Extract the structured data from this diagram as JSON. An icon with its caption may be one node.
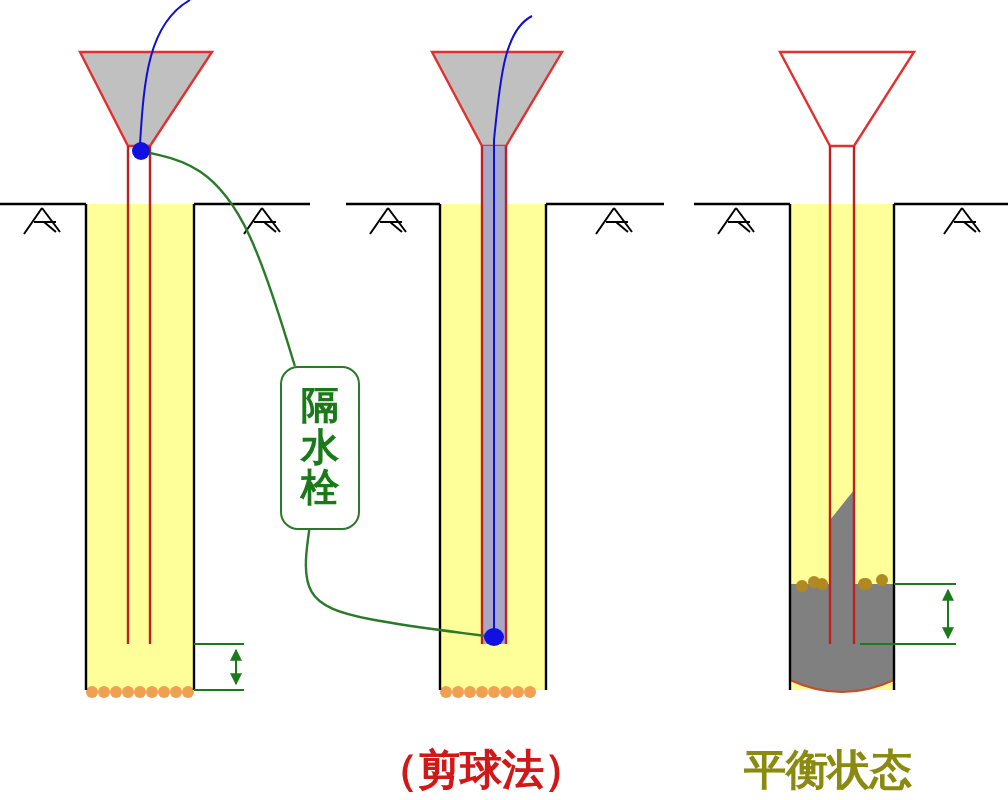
{
  "diagram": {
    "nodes": [
      {
        "text": [
          "隔水栓"
        ]
      },
      {
        "text": [],
        "shape": "circle"
      },
      {
        "text": [],
        "shape": "circle"
      }
    ],
    "edges": [
      {
        "from": 0,
        "to": 1,
        "arrow": "none"
      },
      {
        "from": 0,
        "to": 2,
        "arrow": "none"
      }
    ],
    "labels": [
      "（剪球法）",
      "平衡状态"
    ]
  }
}
